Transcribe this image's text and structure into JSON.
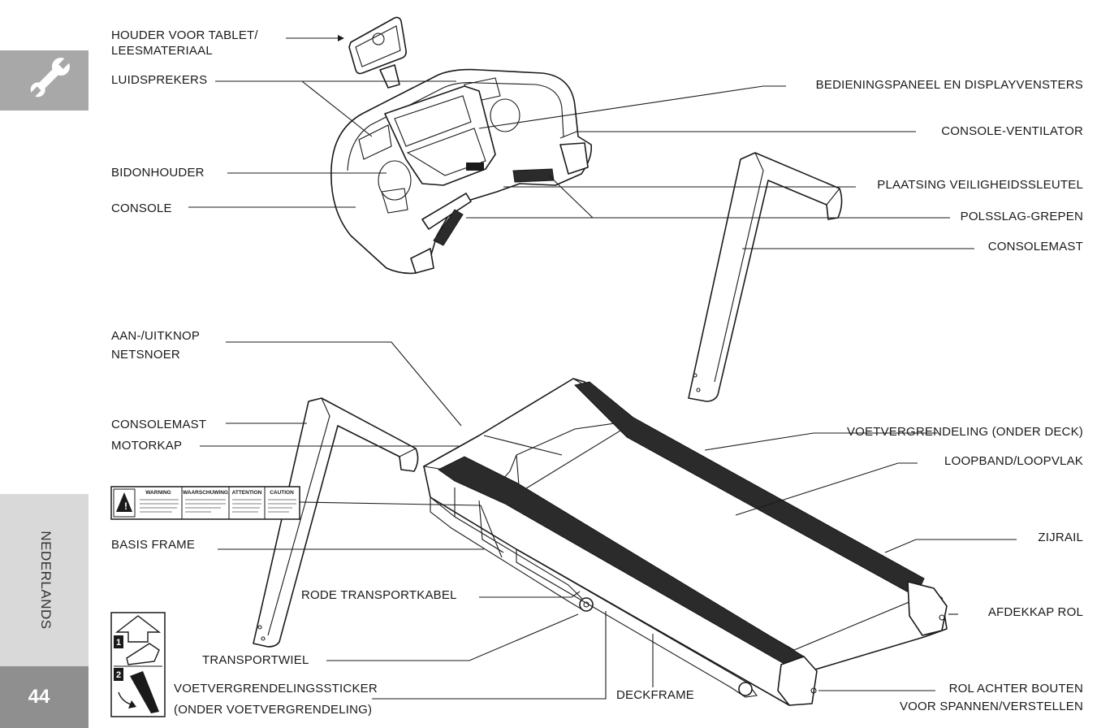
{
  "sidebar": {
    "language": "NEDERLANDS",
    "page_number": "44",
    "section_icon": "wrench-icon"
  },
  "labels": {
    "tablet_holder_1": "HOUDER VOOR TABLET/",
    "tablet_holder_2": "LEESMATERIAAL",
    "speakers": "LUIDSPREKERS",
    "bottle_holder": "BIDONHOUDER",
    "console": "CONSOLE",
    "control_panel": "BEDIENINGSPANEEL EN DISPLAYVENSTERS",
    "console_fan": "CONSOLE-VENTILATOR",
    "safety_key": "PLAATSING VEILIGHEIDSSLEUTEL",
    "pulse_grips": "POLSSLAG-GREPEN",
    "console_mast_right": "CONSOLEMAST",
    "power_switch_1": "AAN-/UITKNOP",
    "power_switch_2": "NETSNOER",
    "console_mast_left": "CONSOLEMAST",
    "motor_hood": "MOTORKAP",
    "foot_lock": "VOETVERGRENDELING (ONDER DECK)",
    "running_belt": "LOOPBAND/LOOPVLAK",
    "side_rail": "ZIJRAIL",
    "base_frame": "BASIS FRAME",
    "red_transport_cable": "RODE TRANSPORTKABEL",
    "roller_cover": "AFDEKKAP ROL",
    "transport_wheel": "TRANSPORTWIEL",
    "foot_lock_sticker_1": "VOETVERGRENDELINGSSTICKER",
    "foot_lock_sticker_2": "(ONDER VOETVERGRENDELING)",
    "deck_frame": "DECKFRAME",
    "rear_roller_1": "ROL ACHTER BOUTEN",
    "rear_roller_2": "VOOR SPANNEN/VERSTELLEN"
  },
  "warning_label": {
    "headers": [
      "WARNING",
      "WAARSCHUWING",
      "ATTENTION",
      "CAUTION"
    ]
  },
  "sticker": {
    "steps": [
      "1",
      "2"
    ]
  }
}
